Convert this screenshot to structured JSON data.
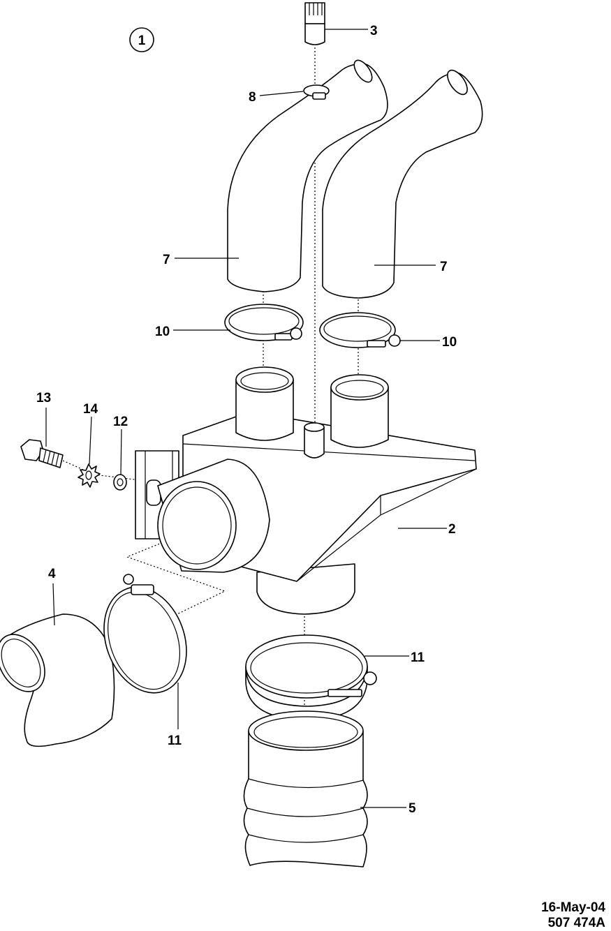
{
  "view_number": "1",
  "callouts": {
    "bellow_tube": "2",
    "cap": "3",
    "hose_side": "4",
    "bellows": "5",
    "hose_left": "7",
    "hose_right": "7",
    "clip_small": "8",
    "clamp_left": "10",
    "clamp_right": "10",
    "clamp_bottom": "11",
    "clamp_side": "11",
    "washer": "12",
    "screw": "13",
    "lock_washer": "14"
  },
  "footer": {
    "date": "16-May-04",
    "drawing_number": "507 474A"
  }
}
